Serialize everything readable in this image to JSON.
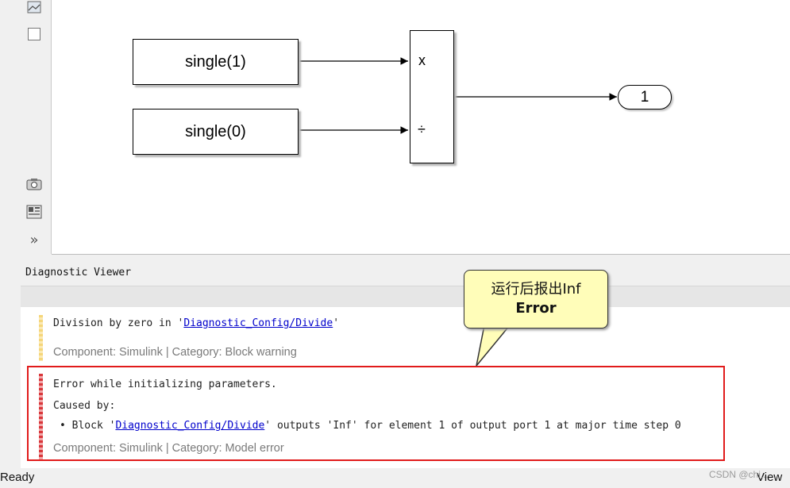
{
  "toolbar": {
    "buttons": [
      {
        "icon": "image-icon"
      },
      {
        "icon": "square-icon"
      },
      {
        "icon": "camera-icon"
      },
      {
        "icon": "property-inspector-icon"
      },
      {
        "icon": "double-chevron-right-icon",
        "glyph": "»"
      }
    ]
  },
  "model": {
    "const1": {
      "label": "single(1)"
    },
    "const0": {
      "label": "single(0)"
    },
    "divide": {
      "port1": "x",
      "port2": "÷"
    },
    "outport": {
      "label": "1"
    }
  },
  "diagnostic_viewer": {
    "title": "Diagnostic Viewer",
    "warning": {
      "text_prefix": "Division by zero in '",
      "link": "Diagnostic_Config/Divide",
      "text_suffix": "'",
      "meta": "Component: Simulink | Category: Block warning",
      "stripe_color": "#f5d67a"
    },
    "error": {
      "title": "Error while initializing parameters.",
      "caused_by": "Caused by:",
      "bullet_prefix": "Block '",
      "link": "Diagnostic_Config/Divide",
      "bullet_suffix": "' outputs 'Inf' for element 1 of output port 1 at major time step 0",
      "meta": "Component: Simulink | Category: Model error",
      "stripe_color": "#d9373b"
    }
  },
  "annotation": {
    "callout_line1": "运行后报出Inf",
    "callout_line2": "Error",
    "highlight_color": "#e11b1b",
    "callout_color": "#fffdb9"
  },
  "status_bar": {
    "status": "Ready",
    "view": "View",
    "watermark": "CSDN @chi..."
  }
}
